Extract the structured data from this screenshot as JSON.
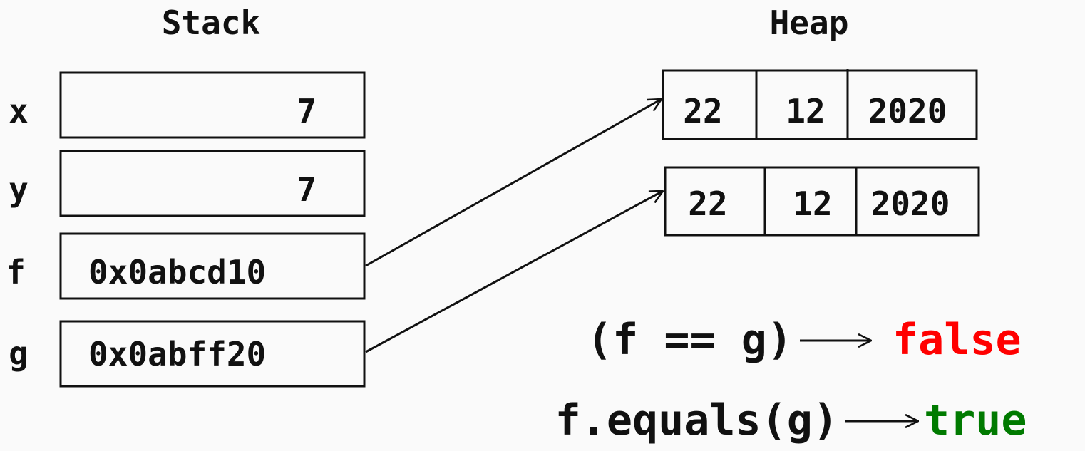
{
  "stack": {
    "title": "Stack",
    "vars": [
      {
        "name": "x",
        "value": "7"
      },
      {
        "name": "y",
        "value": "7"
      },
      {
        "name": "f",
        "value": "0x0abcd10"
      },
      {
        "name": "g",
        "value": "0x0abff20"
      }
    ]
  },
  "heap": {
    "title": "Heap",
    "objects": [
      {
        "cells": [
          "22",
          "12",
          "2020"
        ]
      },
      {
        "cells": [
          "22",
          "12",
          "2020"
        ]
      }
    ]
  },
  "comparisons": [
    {
      "expr": "(f == g)",
      "result": "false",
      "result_color": "#ff0000"
    },
    {
      "expr": "f.equals(g)",
      "result": "true",
      "result_color": "#007a00"
    }
  ],
  "colors": {
    "ink": "#111111",
    "background": "#fafafa"
  }
}
